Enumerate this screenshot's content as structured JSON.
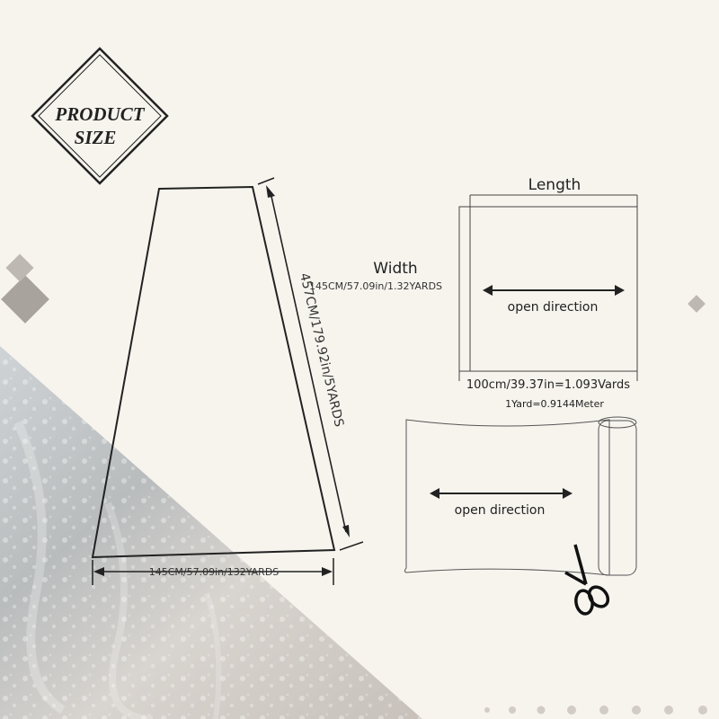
{
  "badge": {
    "line1": "PRODUCT",
    "line2": "SIZE"
  },
  "tulle_panel": {
    "length_label": "457CM/179.92in/5YARDS",
    "bottom_width_label": "145CM/57.09in/132YARDS"
  },
  "sheet": {
    "length_title": "Length",
    "width_title": "Width",
    "width_value": "145CM/57.09in/1.32YARDS",
    "direction_label": "open direction",
    "length_value": "100cm/39.37in=1.093Vards",
    "conversion": "1Yard=0.9144Meter"
  },
  "roll": {
    "direction_label": "open direction"
  },
  "colors": {
    "background": "#f7f4ee",
    "ink": "#222222",
    "diamond_gray": "#a8a39c"
  }
}
